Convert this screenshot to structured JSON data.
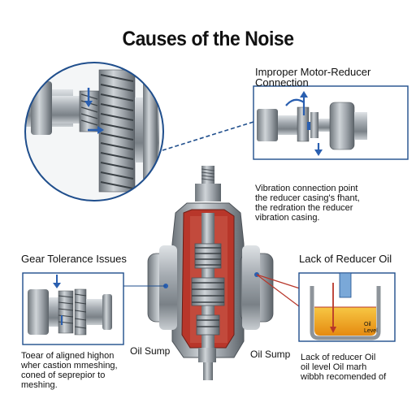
{
  "title": "Causes of the Noise",
  "sections": {
    "motor": {
      "heading": "Improper Motor-Reducer Connection",
      "desc": [
        "Vibration connection point",
        "the reducer casing's fhant,",
        "the redration the reducer",
        "vibration casing."
      ]
    },
    "gear": {
      "heading": "Gear Tolerance Issues",
      "desc": [
        "Toear of aligned highon",
        "wher castion mmeshing,",
        "coned of seprepior to",
        "meshing."
      ]
    },
    "oil": {
      "heading": "Lack of Reducer Oil",
      "desc": [
        "Lack of reducer Oil",
        "oil level Oil marh",
        "wibbh recomended of"
      ],
      "level_label": [
        "Oil",
        "Level"
      ]
    }
  },
  "labels": {
    "oil_sump_left": "Oil Sump",
    "oil_sump_right": "Oil Sump"
  },
  "colors": {
    "steel": "#8e949a",
    "steel_dark": "#4d5359",
    "red_cut": "#b8362a",
    "callout_blue": "#1f4e8c",
    "oil": "#f0a81e",
    "arrow_blue": "#2a5fb0"
  }
}
